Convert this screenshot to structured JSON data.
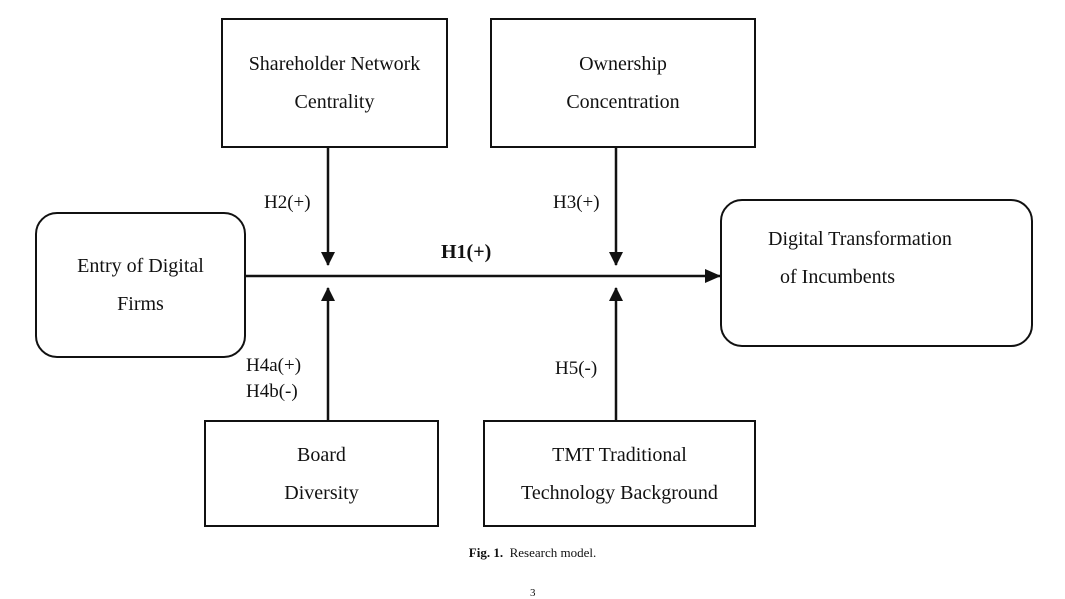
{
  "nodes": {
    "shareholder": {
      "line1": "Shareholder Network",
      "line2": "Centrality"
    },
    "ownership": {
      "line1": "Ownership",
      "line2": "Concentration"
    },
    "entry": {
      "line1": "Entry of Digital",
      "line2": "Firms"
    },
    "digital": {
      "line1": "Digital Transformation",
      "line2": "of Incumbents"
    },
    "board": {
      "line1": "Board",
      "line2": "Diversity"
    },
    "tmt": {
      "line1": "TMT Traditional",
      "line2": "Technology Background"
    }
  },
  "hypotheses": {
    "h1": "H1(+)",
    "h2": "H2(+)",
    "h3": "H3(+)",
    "h4a": "H4a(+)",
    "h4b": "H4b(-)",
    "h5": "H5(-)"
  },
  "caption": {
    "fig": "Fig. 1.",
    "text": "Research model."
  },
  "page_number": "3"
}
